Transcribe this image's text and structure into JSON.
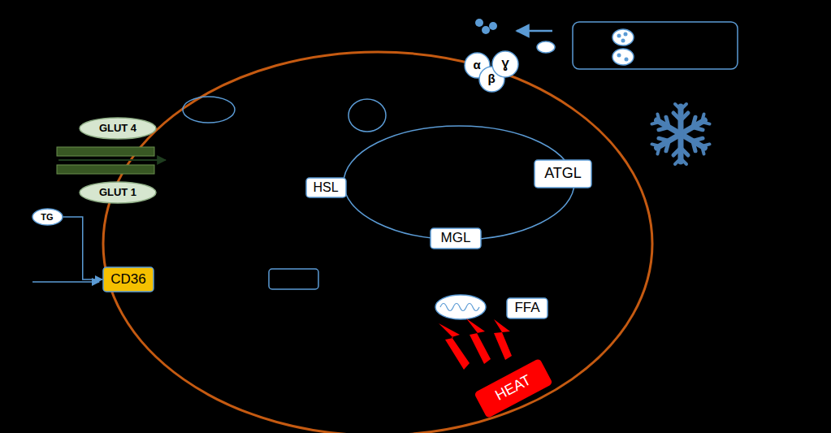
{
  "diagram": {
    "nodes": [
      {
        "text": [
          "GLUT 4"
        ]
      },
      {
        "text": [
          "GLUT 1"
        ]
      },
      {
        "text": [
          "TG"
        ]
      },
      {
        "text": [
          "CD36"
        ]
      },
      {
        "text": [
          "HSL"
        ]
      },
      {
        "text": [
          "ATGL"
        ]
      },
      {
        "text": [
          "MGL"
        ]
      },
      {
        "text": [
          "FFA"
        ]
      },
      {
        "text": [
          "HEAT"
        ]
      },
      {
        "text": [
          "α"
        ]
      },
      {
        "text": [
          "β"
        ]
      },
      {
        "text": [
          "Ɣ"
        ]
      }
    ],
    "edges": [
      {
        "from": 2,
        "to": 3,
        "arrow": "to"
      }
    ]
  }
}
